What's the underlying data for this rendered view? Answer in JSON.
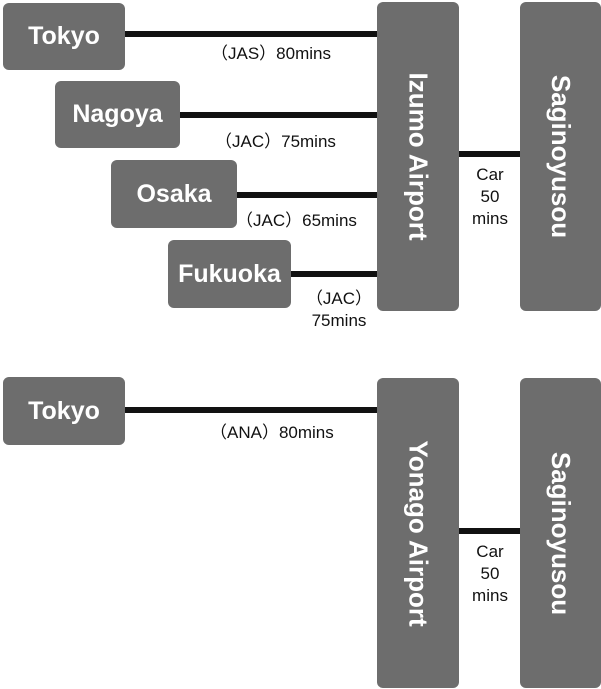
{
  "top": {
    "routes": [
      {
        "city": "Tokyo",
        "flight": "（JAS）80mins"
      },
      {
        "city": "Nagoya",
        "flight": "（JAC）75mins"
      },
      {
        "city": "Osaka",
        "flight": "（JAC）65mins"
      },
      {
        "city": "Fukuoka",
        "flight_line1": "（JAC）",
        "flight_line2": "75mins"
      }
    ],
    "airport": "Izumo Airport",
    "car": {
      "line1": "Car",
      "line2": "50",
      "line3": "mins"
    },
    "destination": "Saginoyusou"
  },
  "bottom": {
    "routes": [
      {
        "city": "Tokyo",
        "flight": "（ANA）80mins"
      }
    ],
    "airport": "Yonago Airport",
    "car": {
      "line1": "Car",
      "line2": "50",
      "line3": "mins"
    },
    "destination": "Saginoyusou"
  },
  "colors": {
    "box": "#6d6d6d",
    "line": "#111111",
    "text_on_box": "#ffffff"
  }
}
